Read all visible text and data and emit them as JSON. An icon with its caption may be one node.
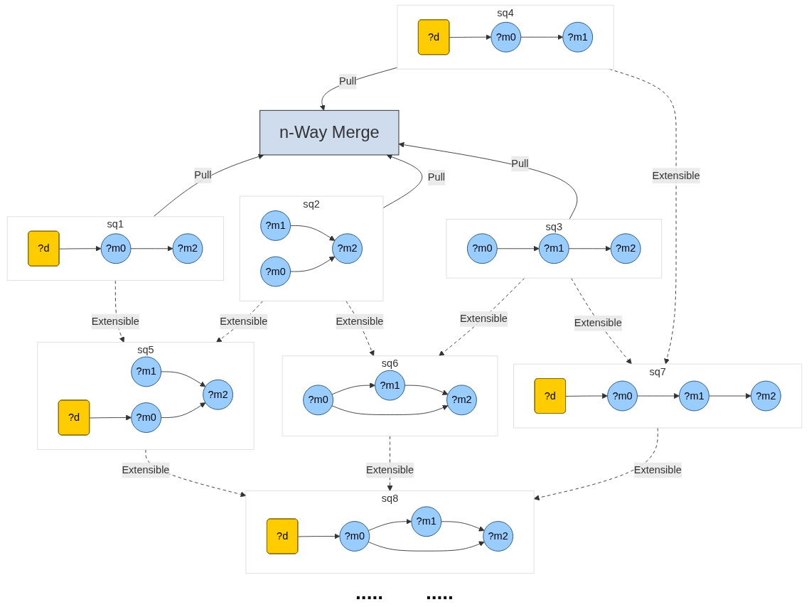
{
  "diagram": {
    "nodes": [
      {
        "text": [
          "n-Way Merge"
        ]
      },
      {
        "text": [
          "sq1"
        ]
      },
      {
        "text": [
          "?d"
        ],
        "in": 1
      },
      {
        "text": [
          "?m0"
        ],
        "in": 1
      },
      {
        "text": [
          "?m2"
        ],
        "in": 1
      },
      {
        "text": [
          "sq2"
        ]
      },
      {
        "text": [
          "?m1"
        ],
        "in": 5
      },
      {
        "text": [
          "?m0"
        ],
        "in": 5
      },
      {
        "text": [
          "?m2"
        ],
        "in": 5
      },
      {
        "text": [
          "sq3"
        ]
      },
      {
        "text": [
          "?m1"
        ],
        "in": 9
      },
      {
        "text": [
          "?m0"
        ],
        "in": 9
      },
      {
        "text": [
          "?m2"
        ],
        "in": 9
      },
      {
        "text": [
          "sq4"
        ]
      },
      {
        "text": [
          "?d"
        ],
        "in": 13
      },
      {
        "text": [
          "?m1"
        ],
        "in": 13
      },
      {
        "text": [
          "?m0"
        ],
        "in": 13
      },
      {
        "text": [
          "sq5"
        ]
      },
      {
        "text": [
          "?d"
        ],
        "in": 17
      },
      {
        "text": [
          "?m1"
        ],
        "in": 17
      },
      {
        "text": [
          "?m0"
        ],
        "in": 17
      },
      {
        "text": [
          "?m2"
        ],
        "in": 17
      },
      {
        "text": [
          "sq6"
        ]
      },
      {
        "text": [
          "?m1"
        ],
        "in": 22
      },
      {
        "text": [
          "?m0"
        ],
        "in": 22
      },
      {
        "text": [
          "?m2"
        ],
        "in": 22
      },
      {
        "text": [
          "sq7"
        ]
      },
      {
        "text": [
          "?d"
        ],
        "in": 26
      },
      {
        "text": [
          "?m1"
        ],
        "in": 26
      },
      {
        "text": [
          "?m0"
        ],
        "in": 26
      },
      {
        "text": [
          "?m2"
        ],
        "in": 26
      },
      {
        "text": [
          "sq8"
        ]
      },
      {
        "text": [
          "?d"
        ],
        "in": 31
      },
      {
        "text": [
          "?m1"
        ],
        "in": 31
      },
      {
        "text": [
          "?m0"
        ],
        "in": 31
      },
      {
        "text": [
          "?m2"
        ],
        "in": 31
      }
    ],
    "edges": [
      {
        "from": 1,
        "to": 0,
        "arrow": "to",
        "label": "Pull"
      },
      {
        "from": 5,
        "to": 0,
        "arrow": "to",
        "label": "Pull"
      },
      {
        "from": 9,
        "to": 0,
        "arrow": "to",
        "label": "Pull"
      },
      {
        "from": 13,
        "to": 0,
        "arrow": "to",
        "label": "Pull"
      },
      {
        "from": 2,
        "to": 3,
        "arrow": "to"
      },
      {
        "from": 3,
        "to": 4,
        "arrow": "to"
      },
      {
        "from": 6,
        "to": 8,
        "arrow": "to"
      },
      {
        "from": 7,
        "to": 8,
        "arrow": "to"
      },
      {
        "from": 11,
        "to": 10,
        "arrow": "to"
      },
      {
        "from": 10,
        "to": 12,
        "arrow": "to"
      },
      {
        "from": 14,
        "to": 16,
        "arrow": "to"
      },
      {
        "from": 16,
        "to": 15,
        "arrow": "to"
      },
      {
        "from": 1,
        "to": 17,
        "arrow": "to",
        "label": "Extensible",
        "style": "dashed"
      },
      {
        "from": 5,
        "to": 17,
        "arrow": "to",
        "label": "Extensible",
        "style": "dashed"
      },
      {
        "from": 5,
        "to": 22,
        "arrow": "to",
        "label": "Extensible",
        "style": "dashed"
      },
      {
        "from": 9,
        "to": 22,
        "arrow": "to",
        "label": "Extensible",
        "style": "dashed"
      },
      {
        "from": 9,
        "to": 26,
        "arrow": "to",
        "label": "Extensible",
        "style": "dashed"
      },
      {
        "from": 13,
        "to": 26,
        "arrow": "to",
        "label": "Extensible",
        "style": "dashed"
      },
      {
        "from": 18,
        "to": 20,
        "arrow": "to"
      },
      {
        "from": 19,
        "to": 21,
        "arrow": "to"
      },
      {
        "from": 20,
        "to": 21,
        "arrow": "to"
      },
      {
        "from": 24,
        "to": 23,
        "arrow": "to"
      },
      {
        "from": 23,
        "to": 25,
        "arrow": "to"
      },
      {
        "from": 24,
        "to": 25,
        "arrow": "to"
      },
      {
        "from": 27,
        "to": 29,
        "arrow": "to"
      },
      {
        "from": 29,
        "to": 28,
        "arrow": "to"
      },
      {
        "from": 28,
        "to": 30,
        "arrow": "to"
      },
      {
        "from": 17,
        "to": 31,
        "arrow": "to",
        "label": "Extensible",
        "style": "dashed"
      },
      {
        "from": 22,
        "to": 31,
        "arrow": "to",
        "label": "Extensible",
        "style": "dashed"
      },
      {
        "from": 26,
        "to": 31,
        "arrow": "to",
        "label": "Extensible",
        "style": "dashed"
      },
      {
        "from": 32,
        "to": 34,
        "arrow": "to"
      },
      {
        "from": 34,
        "to": 33,
        "arrow": "to"
      },
      {
        "from": 33,
        "to": 35,
        "arrow": "to"
      },
      {
        "from": 34,
        "to": 35,
        "arrow": "to"
      }
    ],
    "labels": [
      ".....",
      "....."
    ]
  }
}
